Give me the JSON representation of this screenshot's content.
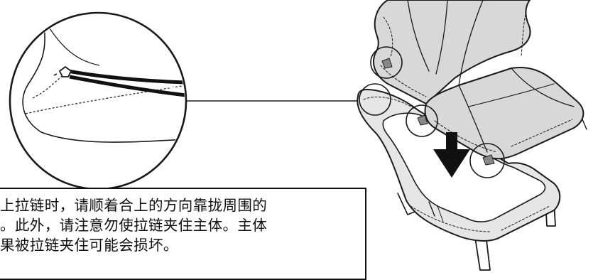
{
  "note": {
    "lines": [
      "上拉链时，请顺着合上的方向靠拢周围的",
      "。此外，请注意勿使拉链夹住主体。主体",
      "果被拉链夹住可能会损坏。"
    ]
  },
  "colors": {
    "outline": "#1a1a1a",
    "cushion_fill": "#dcdcdc",
    "base_fill": "#eeeeee",
    "arrow": "#111111",
    "background": "#ffffff"
  },
  "icons": [
    "down-arrow-icon",
    "zipper-icon",
    "magnifier-circle-icon"
  ]
}
